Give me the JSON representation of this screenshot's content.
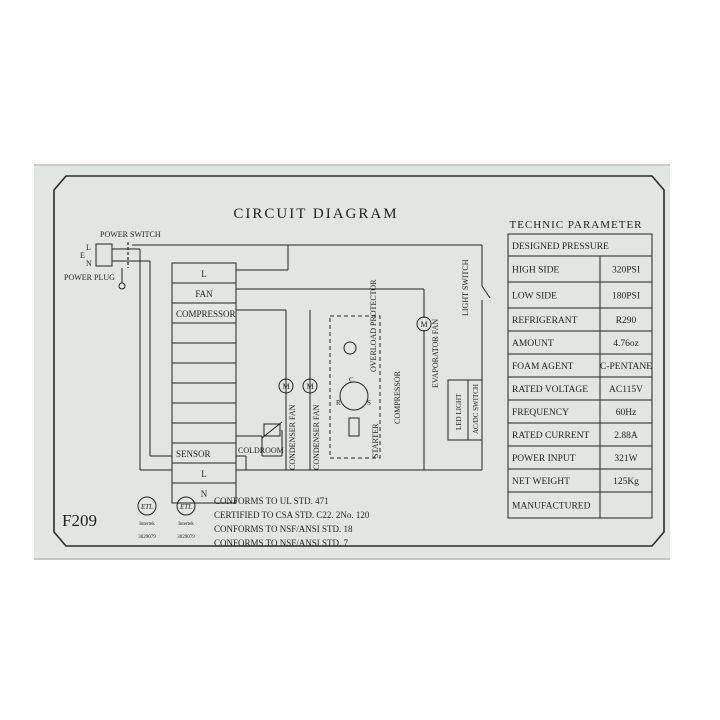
{
  "title": "CIRCUIT DIAGRAM",
  "model": "F209",
  "left": {
    "power_switch": "POWER SWITCH",
    "power_plug": "POWER PLUG",
    "plug_l": "L",
    "plug_e": "E",
    "plug_n": "N"
  },
  "terminal_block": {
    "rows": [
      "L",
      "FAN",
      "COMPRESSOR",
      "",
      "",
      "",
      "",
      "",
      "",
      "SENSOR",
      "L",
      "N"
    ]
  },
  "components": {
    "coldroom": "COLDROOM",
    "condenser_fan_1": "CONDENSER FAN",
    "condenser_fan_2": "CONDENSER FAN",
    "overload_protector": "OVERLOAD PROTECTOR",
    "compressor": "COMPRESSOR",
    "starter": "STARTER",
    "evaporator_fan": "EVAPORATOR FAN",
    "led_light": "LED LIGHT",
    "acdc_switch": "AC/DC SWITCH",
    "light_switch": "LIGHT SWITCH",
    "motor_symbol": "M",
    "terminal_c": "C",
    "terminal_r": "R",
    "terminal_s": "S"
  },
  "parameters": {
    "heading": "TECHNIC PARAMETER",
    "designed_pressure": "DESIGNED PRESSURE",
    "rows": [
      {
        "label": "HIGH SIDE",
        "value": "320PSI"
      },
      {
        "label": "LOW SIDE",
        "value": "180PSI"
      },
      {
        "label": "REFRIGERANT",
        "value": "R290"
      },
      {
        "label": "AMOUNT",
        "value": "4.76oz"
      },
      {
        "label": "FOAM AGENT",
        "value": "C-PENTANE"
      },
      {
        "label": "RATED VOLTAGE",
        "value": "AC115V"
      },
      {
        "label": "FREQUENCY",
        "value": "60Hz"
      },
      {
        "label": "RATED CURRENT",
        "value": "2.88A"
      },
      {
        "label": "POWER INPUT",
        "value": "321W"
      },
      {
        "label": "NET WEIGHT",
        "value": "125Kg"
      },
      {
        "label": "MANUFACTURED",
        "value": ""
      }
    ]
  },
  "certifications": {
    "logo_text": "ETL",
    "logo_sub": "Intertek",
    "logo_number": "3029079",
    "lines": [
      "CONFORMS TO UL STD. 471",
      "CERTIFIED TO CSA STD. C22. 2No. 120",
      "CONFORMS TO NSF/ANSI STD. 18",
      "CONFORMS TO NSF/ANSI STD. 7"
    ]
  }
}
